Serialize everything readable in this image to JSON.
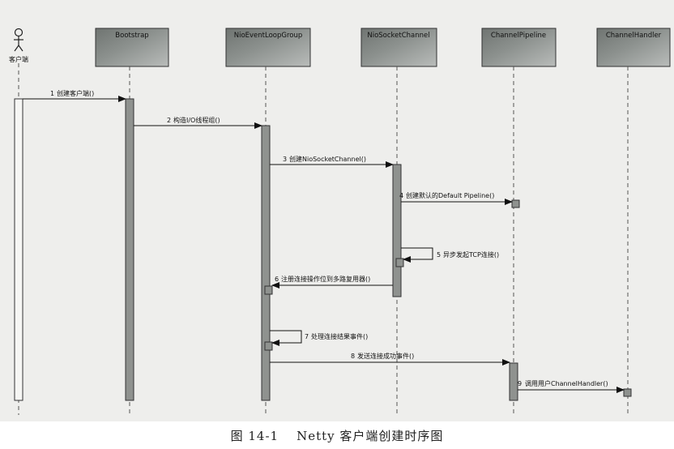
{
  "diagram": {
    "actor": {
      "label": "客户端"
    },
    "participants": [
      {
        "id": "bootstrap",
        "label": "Bootstrap"
      },
      {
        "id": "nioeventloopgroup",
        "label": "NioEventLoopGroup"
      },
      {
        "id": "niosocketchannel",
        "label": "NioSocketChannel"
      },
      {
        "id": "channelpipeline",
        "label": "ChannelPipeline"
      },
      {
        "id": "channelhandler",
        "label": "ChannelHandler"
      }
    ],
    "messages": [
      {
        "num": "1",
        "text": "创建客户端()",
        "from": "actor",
        "to": "bootstrap"
      },
      {
        "num": "2",
        "text": "构造I/O线程组()",
        "from": "bootstrap",
        "to": "nioeventloopgroup"
      },
      {
        "num": "3",
        "text": "创建NioSocketChannel()",
        "from": "nioeventloopgroup",
        "to": "niosocketchannel"
      },
      {
        "num": "4",
        "text": "创建默认的Default Pipeline()",
        "from": "niosocketchannel",
        "to": "channelpipeline"
      },
      {
        "num": "5",
        "text": "异步发起TCP连接()",
        "from": "niosocketchannel",
        "to": "niosocketchannel"
      },
      {
        "num": "6",
        "text": "注册连接操作位到多路复用器()",
        "from": "niosocketchannel",
        "to": "nioeventloopgroup"
      },
      {
        "num": "7",
        "text": "处理连接结果事件()",
        "from": "nioeventloopgroup",
        "to": "nioeventloopgroup"
      },
      {
        "num": "8",
        "text": "发送连接成功事件()",
        "from": "nioeventloopgroup",
        "to": "channelpipeline"
      },
      {
        "num": "9",
        "text": "调用用户ChannelHandler()",
        "from": "channelpipeline",
        "to": "channelhandler"
      }
    ]
  },
  "caption": {
    "figure_number": "图 14-1",
    "title": "Netty 客户端创建时序图"
  }
}
